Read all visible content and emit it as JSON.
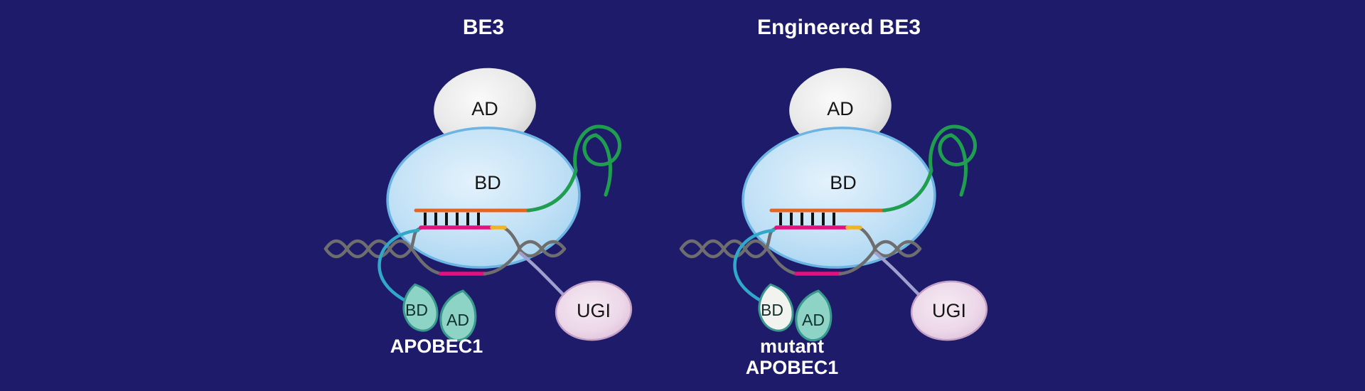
{
  "figure": {
    "background": "#1e1c6a"
  },
  "panels": [
    {
      "title": "BE3",
      "cas9": {
        "ad": "AD",
        "bd": "BD"
      },
      "deaminase": {
        "bd": "BD",
        "ad": "AD",
        "label_line1": "APOBEC1",
        "label_line2": "",
        "bd_fill": "#8ed4c6",
        "ad_fill": "#8ed4c6"
      },
      "ugi": "UGI"
    },
    {
      "title": "Engineered BE3",
      "cas9": {
        "ad": "AD",
        "bd": "BD"
      },
      "deaminase": {
        "bd": "BD",
        "ad": "AD",
        "label_line1": "mutant",
        "label_line2": "APOBEC1",
        "bd_fill": "#f2f2ee",
        "ad_fill": "#8ed4c6"
      },
      "ugi": "UGI"
    }
  ],
  "colors": {
    "dna": "#6e6e6e",
    "protospacer": "#e3117e",
    "pam": "#f0b429",
    "spacer_rna": "#e8641e",
    "sgrna_scaffold": "#1f9e4f",
    "deaminase_linker": "#2fa8c9",
    "ugi_linker": "#a0a0cf"
  }
}
